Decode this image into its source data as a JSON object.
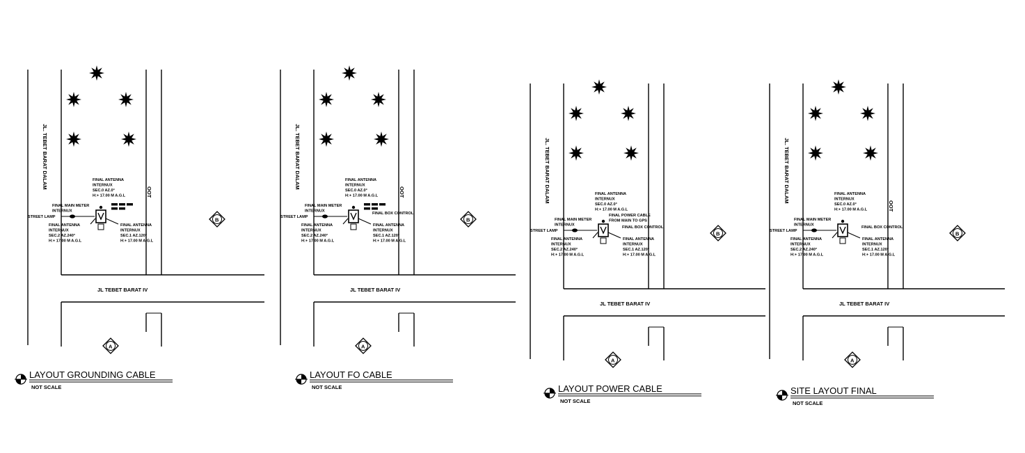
{
  "layouts": [
    {
      "title": "LAYOUT GROUNDING CABLE",
      "subtitle": "NOT SCALE",
      "road_vertical": "JL. TEBET BARAT DALAM",
      "road_horizontal": "JL TEBET BARAT IV",
      "vertical_marker": "OOT",
      "callouts": {
        "antenna_top": [
          "FINAL ANTENNA",
          "INTERNUX",
          "SEC.0   AZ.0°",
          "H:+ 17.00 M A.G.L"
        ],
        "main_meter": [
          "FINAL MAIN METER",
          "INTERNUX"
        ],
        "street_lamp": [
          "STREET LAMP"
        ],
        "antenna_left": [
          "FINAL ANTENNA",
          "INTERNUX",
          "SEC.2   AZ.240°",
          "H:+ 17.00 M A.G.L"
        ],
        "antenna_right": [
          "FINAL ANTENNA",
          "INTERNUX",
          "SEC.1   AZ.120°",
          "H:+ 17.00 M A.G.L"
        ]
      },
      "cable_dashes": true,
      "view_b": "B",
      "view_a": "A"
    },
    {
      "title": "LAYOUT FO CABLE",
      "subtitle": "NOT SCALE",
      "road_vertical": "JL. TEBET BARAT DALAM",
      "road_horizontal": "JL TEBET BARAT IV",
      "vertical_marker": "OOT",
      "callouts": {
        "antenna_top": [
          "FINAL ANTENNA",
          "INTERNUX",
          "SEC.0   AZ.0°",
          "H:+ 17.00 M A.G.L"
        ],
        "main_meter": [
          "FINAL MAIN METER",
          "INTERNUX"
        ],
        "street_lamp": [
          "STREET LAMP"
        ],
        "box_control": [
          "FINAL BOX CONTROL"
        ],
        "antenna_left": [
          "FINAL ANTENNA",
          "INTERNUX",
          "SEC.2   AZ.240°",
          "H:+ 17.00 M A.G.L"
        ],
        "antenna_right": [
          "FINAL ANTENNA",
          "INTERNUX",
          "SEC.1   AZ.120°",
          "H:+ 17.00 M A.G.L"
        ]
      },
      "cable_dashes": true,
      "view_b": "B",
      "view_a": "A"
    },
    {
      "title": "LAYOUT POWER CABLE",
      "subtitle": "NOT SCALE",
      "road_vertical": "JL. TEBET BARAT DALAM",
      "road_horizontal": "JL TEBET BARAT IV",
      "vertical_marker": "",
      "callouts": {
        "antenna_top": [
          "FINAL ANTENNA",
          "INTERNUX",
          "SEC.0   AZ.0°",
          "H:+ 17.00 M A.G.L"
        ],
        "main_meter": [
          "FINAL MAIN METER",
          "INTERNUX"
        ],
        "street_lamp": [
          "STREET LAMP"
        ],
        "power_cable": [
          "FINAL POWER CABLE",
          "FROM MAIN TO GPS"
        ],
        "box_control": [
          "FINAL BOX CONTROL"
        ],
        "antenna_left": [
          "FINAL ANTENNA",
          "INTERNUX",
          "SEC.2   AZ.240°",
          "H:+ 17.00 M A.G.L"
        ],
        "antenna_right": [
          "FINAL ANTENNA",
          "INTERNUX",
          "SEC.1   AZ.120°",
          "H:+ 17.00 M A.G.L"
        ]
      },
      "cable_dashes": false,
      "view_b": "B",
      "view_a": "A"
    },
    {
      "title": "SITE LAYOUT FINAL",
      "subtitle": "NOT SCALE",
      "road_vertical": "JL. TEBET BARAT DALAM",
      "road_horizontal": "JL TEBET BARAT IV",
      "vertical_marker": "OOT",
      "callouts": {
        "antenna_top": [
          "FINAL ANTENNA",
          "INTERNUX",
          "SEC.0   AZ.0°",
          "H:+ 17.00 M A.G.L"
        ],
        "main_meter": [
          "FINAL MAIN METER",
          "INTERNUX"
        ],
        "street_lamp": [
          "STREET LAMP"
        ],
        "box_control": [
          "FINAL BOX CONTROL"
        ],
        "antenna_left": [
          "FINAL ANTENNA",
          "INTERNUX",
          "SEC.2   AZ.240°",
          "H:+ 17.00 M A.G.L"
        ],
        "antenna_right": [
          "FINAL ANTENNA",
          "INTERNUX",
          "SEC.1   AZ.120°",
          "H:+ 17.00 M A.G.L"
        ]
      },
      "cable_dashes": false,
      "view_b": "B",
      "view_a": "A"
    }
  ]
}
